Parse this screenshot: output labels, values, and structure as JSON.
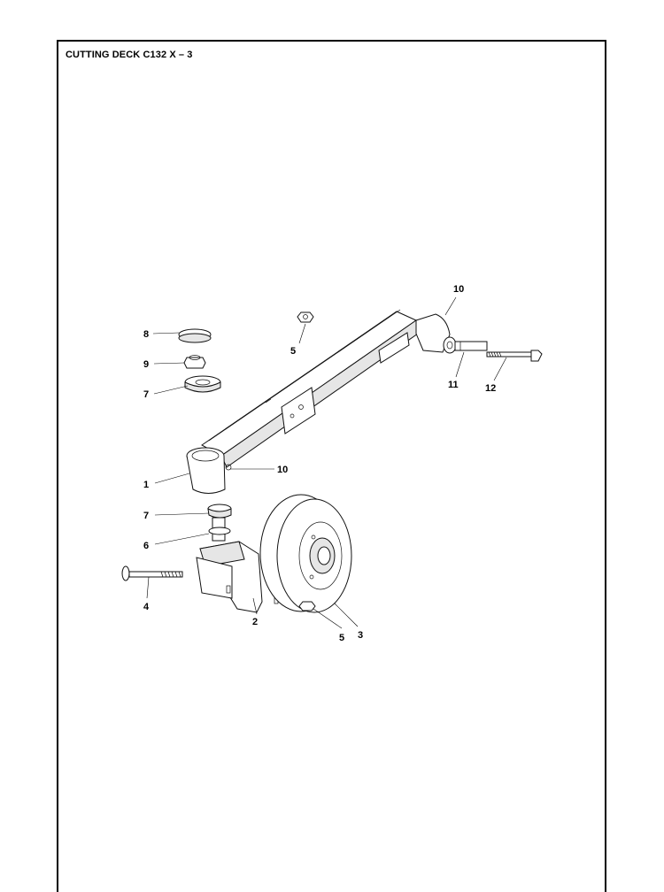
{
  "page": {
    "title": "CUTTING DECK C132 X – 3"
  },
  "callouts": [
    {
      "id": "c10a",
      "label": "10",
      "part": "pivot-bracket"
    },
    {
      "id": "c5a",
      "label": "5",
      "part": "nut"
    },
    {
      "id": "c8",
      "label": "8",
      "part": "dust-cap"
    },
    {
      "id": "c9",
      "label": "9",
      "part": "lock-nut"
    },
    {
      "id": "c7a",
      "label": "7",
      "part": "bearing"
    },
    {
      "id": "c11",
      "label": "11",
      "part": "spacer-sleeve"
    },
    {
      "id": "c12",
      "label": "12",
      "part": "pivot-bolt"
    },
    {
      "id": "c1",
      "label": "1",
      "part": "caster-tube"
    },
    {
      "id": "c10b",
      "label": "10",
      "part": "grease-fitting"
    },
    {
      "id": "c7b",
      "label": "7",
      "part": "bearing"
    },
    {
      "id": "c6",
      "label": "6",
      "part": "washer"
    },
    {
      "id": "c4",
      "label": "4",
      "part": "axle-bolt"
    },
    {
      "id": "c2",
      "label": "2",
      "part": "wheel-fork"
    },
    {
      "id": "c5b",
      "label": "5",
      "part": "nut"
    },
    {
      "id": "c3",
      "label": "3",
      "part": "wheel"
    }
  ]
}
